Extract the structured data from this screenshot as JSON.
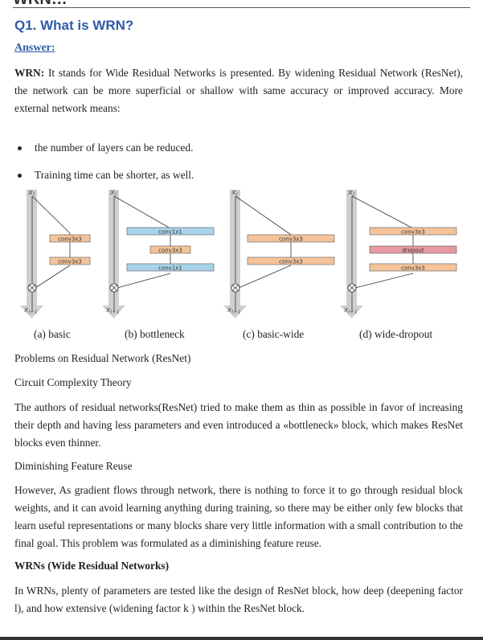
{
  "top_partial": "WRN…",
  "heading": "Q1. What is WRN?",
  "answer_label": "Answer:",
  "intro": {
    "bold": "WRN:",
    "text": " It stands for Wide Residual Networks is presented. By widening Residual Network (ResNet), the network can be more superficial or shallow with same accuracy or improved accuracy. More external network means:"
  },
  "bullets": [
    "the number of layers can be reduced.",
    "Training time can be shorter, as well."
  ],
  "figure": {
    "input_label": "x",
    "input_sub": "l",
    "output_label": "x",
    "output_sub": "l+1",
    "captions": [
      "(a) basic",
      "(b) bottleneck",
      "(c) basic-wide",
      "(d) wide-dropout"
    ],
    "blocks": {
      "a": [
        "conv3x3",
        "conv3x3"
      ],
      "b": [
        "conv1x1",
        "conv3x3",
        "conv1x1"
      ],
      "c": [
        "conv3x3",
        "conv3x3"
      ],
      "d": [
        "conv3x3",
        "dropout",
        "conv3x3"
      ]
    },
    "colors": {
      "conv3x3": "#f5c49a",
      "conv1x1": "#a9d3ea",
      "dropout": "#e59a9f",
      "shortcut": "#cfcfcf"
    }
  },
  "sections": {
    "problems_title": "Problems on Residual Network (ResNet)",
    "circuit_title": "Circuit Complexity Theory",
    "circuit_text": "The authors of residual networks(ResNet) tried to make them as thin as possible in favor of increasing their depth and having less parameters and even introduced a «bottleneck» block, which makes ResNet blocks even thinner.",
    "diminishing_title": "Diminishing Feature Reuse",
    "diminishing_text": "However, As gradient flows through network, there is nothing to force it to go through residual block weights, and it can avoid learning anything during training, so there may be either only few blocks that learn useful representations or many blocks share very little information with a small contribution to the final goal. This problem was formulated as a diminishing feature reuse.",
    "wrns_title": "WRNs (Wide Residual Networks)",
    "wrns_text": "In WRNs, plenty of parameters are tested like the design of ResNet block, how deep (deepening factor l), and how extensive (widening factor k ) within the ResNet block."
  }
}
